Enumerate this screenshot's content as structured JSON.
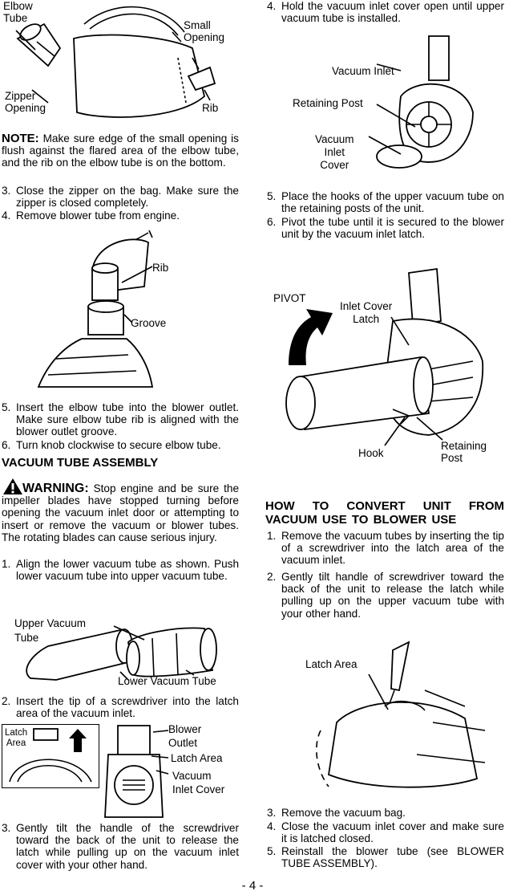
{
  "fig1": {
    "elbow_tube": "Elbow\nTube",
    "small_opening": "Small\nOpening",
    "zipper_opening": "Zipper\nOpening",
    "rib": "Rib"
  },
  "note": {
    "label": "NOTE:",
    "text": "Make sure edge of the small opening is flush against the flared area of the elbow tube, and the rib on the elbow tube is on the bottom."
  },
  "steps_a": [
    {
      "num": "3.",
      "text": "Close the zipper on the bag. Make sure the zipper is closed completely."
    },
    {
      "num": "4.",
      "text": "Remove blower tube from engine."
    }
  ],
  "fig2": {
    "rib": "Rib",
    "groove": "Groove"
  },
  "steps_b": [
    {
      "num": "5.",
      "text": "Insert the elbow tube into the blower outlet. Make sure elbow tube rib is aligned with the blower outlet groove."
    },
    {
      "num": "6.",
      "text": "Turn knob clockwise to secure elbow tube."
    }
  ],
  "vacuum_heading": "VACUUM TUBE ASSEMBLY",
  "warning": {
    "label": "WARNING:",
    "text": "Stop engine and be sure the impeller blades have stopped turning before opening the vacuum inlet door or attempting to insert or remove the vacuum or blower tubes. The rotating blades can cause serious injury."
  },
  "steps_c": [
    {
      "num": "1.",
      "text": "Align the lower vacuum tube as shown. Push lower vacuum tube into upper vacuum tube."
    }
  ],
  "fig3": {
    "upper": "Upper Vacuum\nTube",
    "lower": "Lower Vacuum Tube"
  },
  "steps_d": [
    {
      "num": "2.",
      "text": "Insert the tip of a screwdriver into the latch area of the vacuum inlet."
    }
  ],
  "fig4": {
    "latch_area_small": "Latch\nArea",
    "blower_outlet": "Blower\nOutlet",
    "latch_area": "Latch Area",
    "vacuum_inlet_cover": "Vacuum\nInlet Cover"
  },
  "steps_e": [
    {
      "num": "3.",
      "text": "Gently tilt the handle of the screwdriver toward the back of the unit to release the latch while pulling up on the vacuum inlet cover with your other hand."
    }
  ],
  "steps_f": [
    {
      "num": "4.",
      "text": "Hold the vacuum inlet cover open until upper vacuum tube is installed."
    }
  ],
  "fig5": {
    "vacuum_inlet": "Vacuum Inlet",
    "retaining_post": "Retaining Post",
    "vacuum_inlet_cover": "Vacuum\nInlet\nCover"
  },
  "steps_g": [
    {
      "num": "5.",
      "text": "Place the hooks of the upper vacuum tube on the retaining posts of the unit."
    },
    {
      "num": "6.",
      "text": "Pivot the tube until it is secured to the blower unit by the vacuum inlet latch."
    }
  ],
  "fig6": {
    "pivot": "PIVOT",
    "inlet_cover_latch": "Inlet Cover\nLatch",
    "hook": "Hook",
    "retaining_post": "Retaining\nPost"
  },
  "convert_heading": "HOW TO CONVERT UNIT FROM VACUUM USE TO BLOWER USE",
  "steps_h": [
    {
      "num": "1.",
      "text": "Remove the vacuum tubes by inserting the tip of a screwdriver into the latch area of the vacuum inlet."
    },
    {
      "num": "2.",
      "text": "Gently tilt handle of screwdriver toward the back of the unit to release the latch while pulling up on the upper vacuum tube with your other hand."
    }
  ],
  "fig7": {
    "latch_area": "Latch Area"
  },
  "steps_i": [
    {
      "num": "3.",
      "text": "Remove the vacuum bag."
    },
    {
      "num": "4.",
      "text": "Close the vacuum inlet cover and make sure it is latched closed."
    },
    {
      "num": "5.",
      "text": "Reinstall the blower tube (see BLOWER TUBE ASSEMBLY)."
    }
  ],
  "page_number": "- 4 -"
}
